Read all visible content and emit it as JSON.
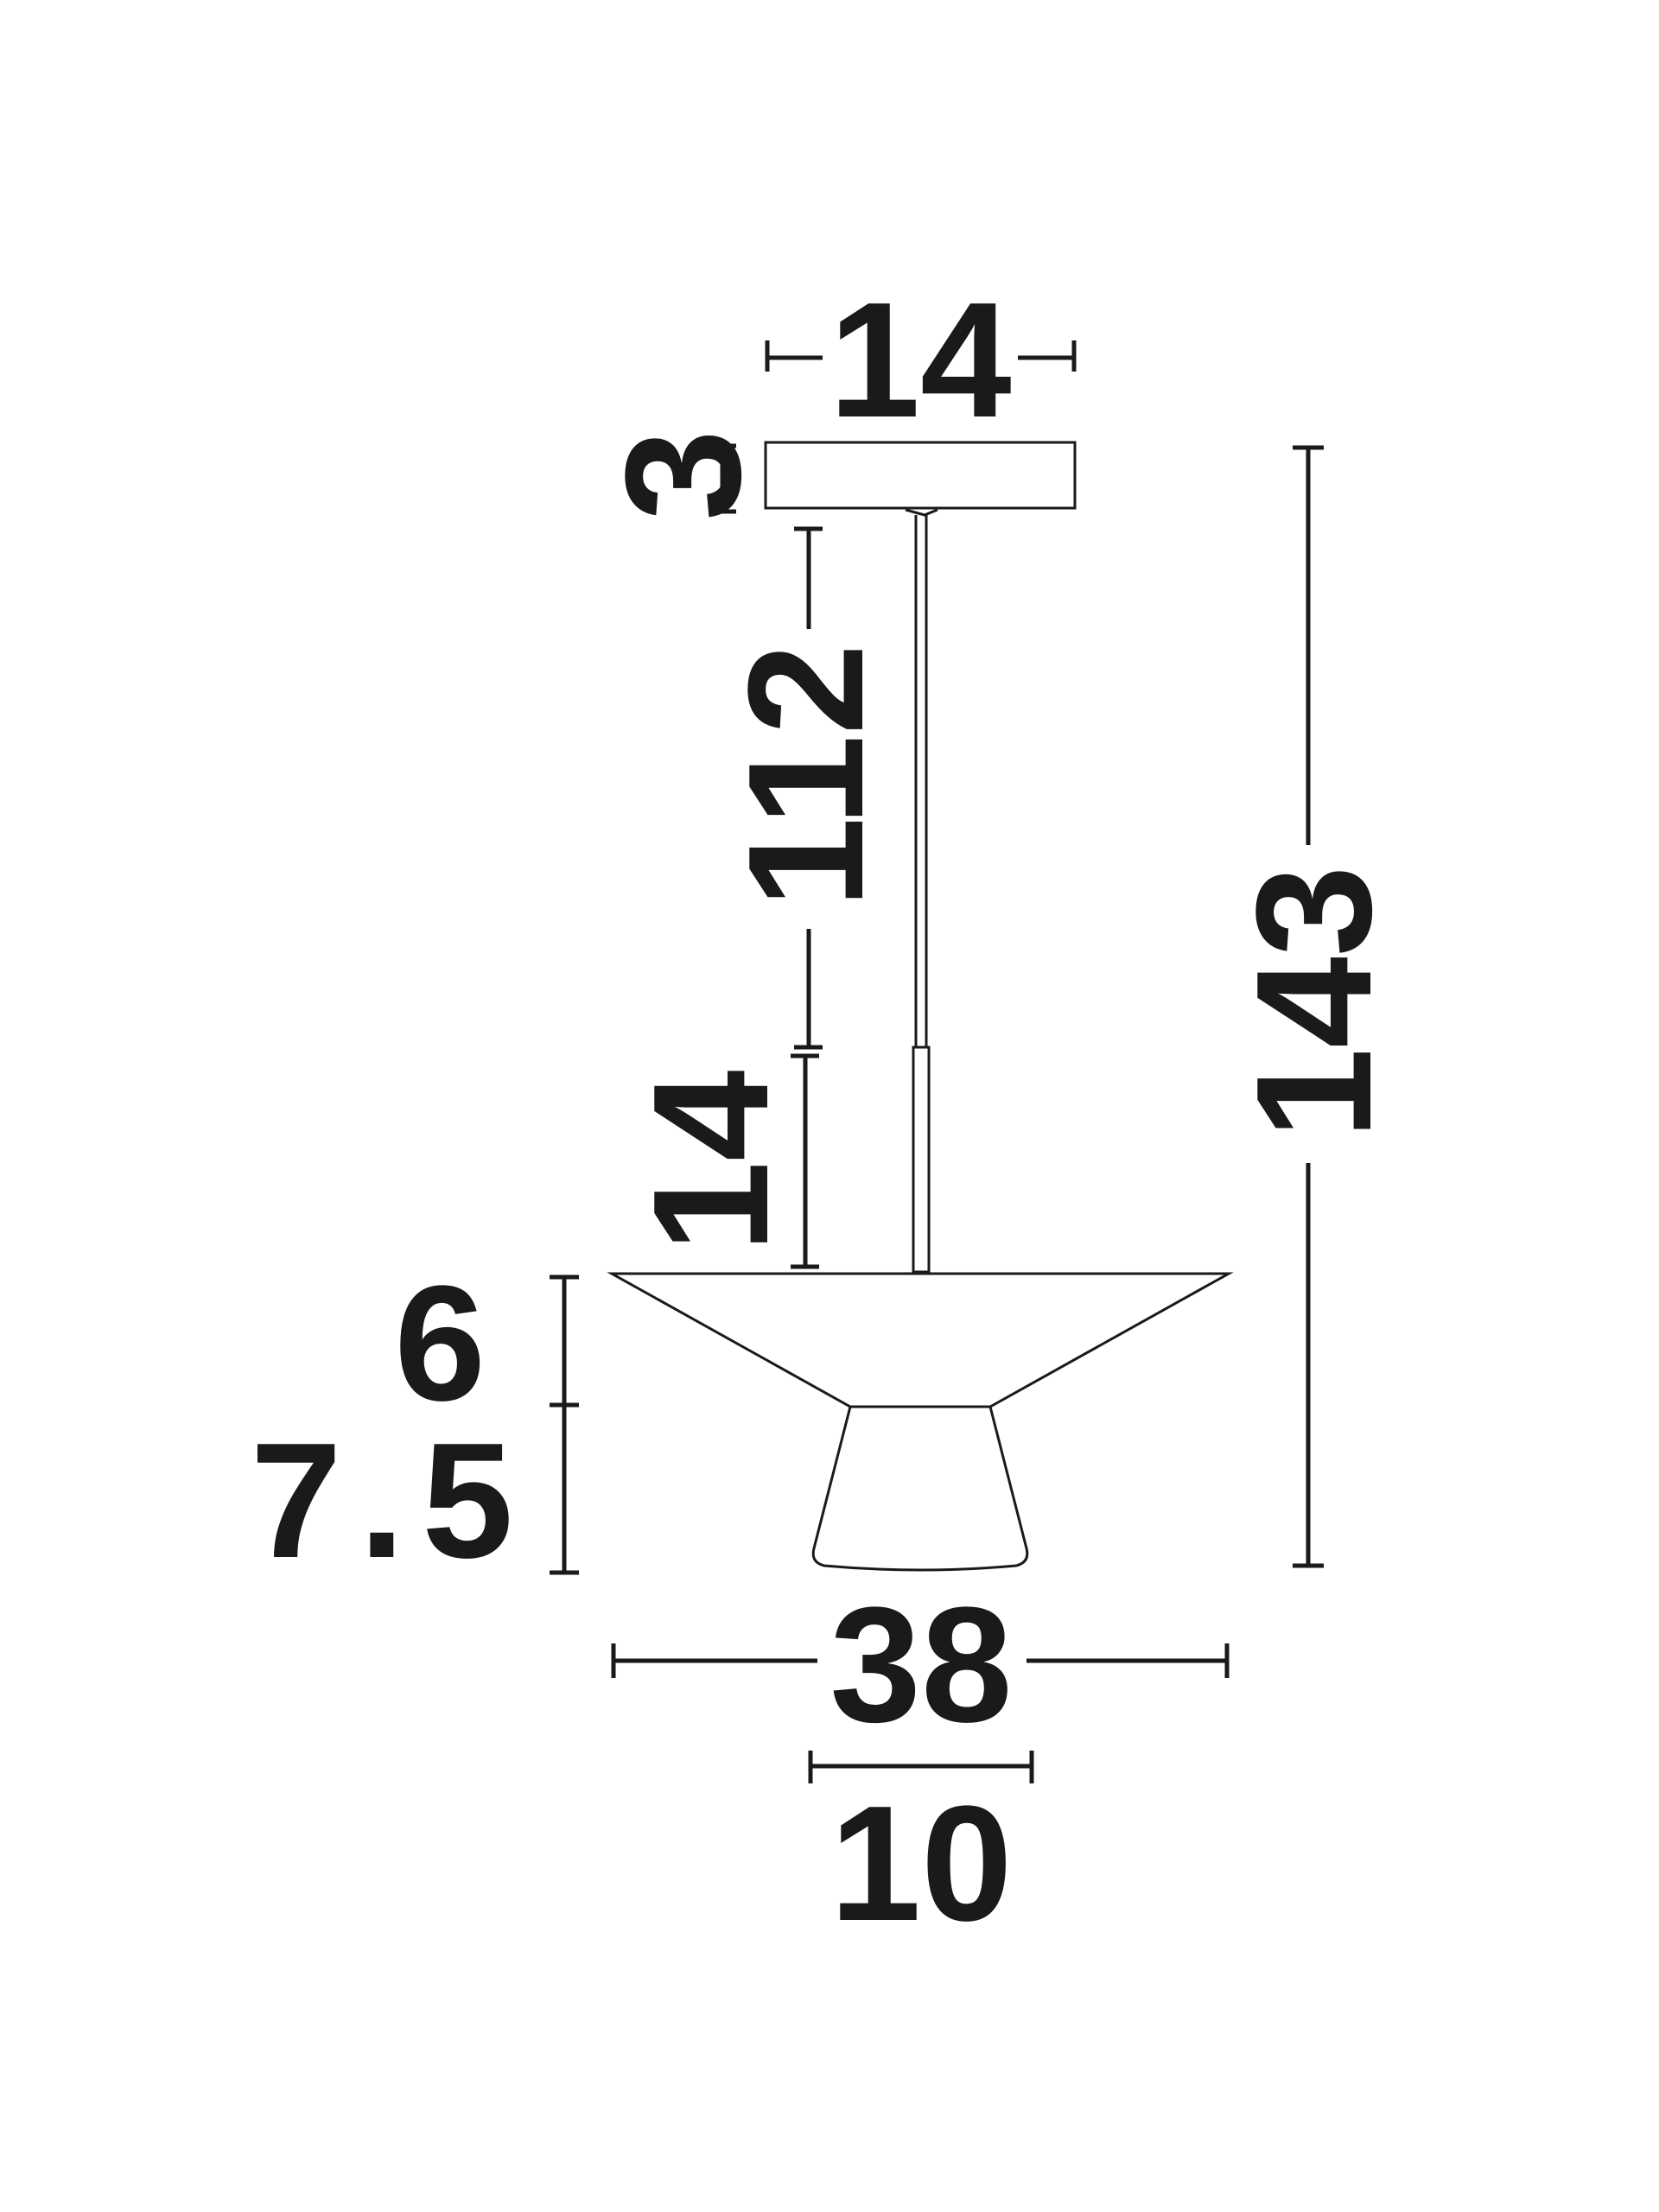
{
  "dimensions": {
    "canopy_width": "14",
    "canopy_height": "3",
    "cable_length": "112",
    "stem_length": "14",
    "total_height": "143",
    "shade_top_height": "6",
    "shade_bottom_height": "7.5",
    "shade_diameter": "38",
    "bottom_diameter": "10"
  }
}
